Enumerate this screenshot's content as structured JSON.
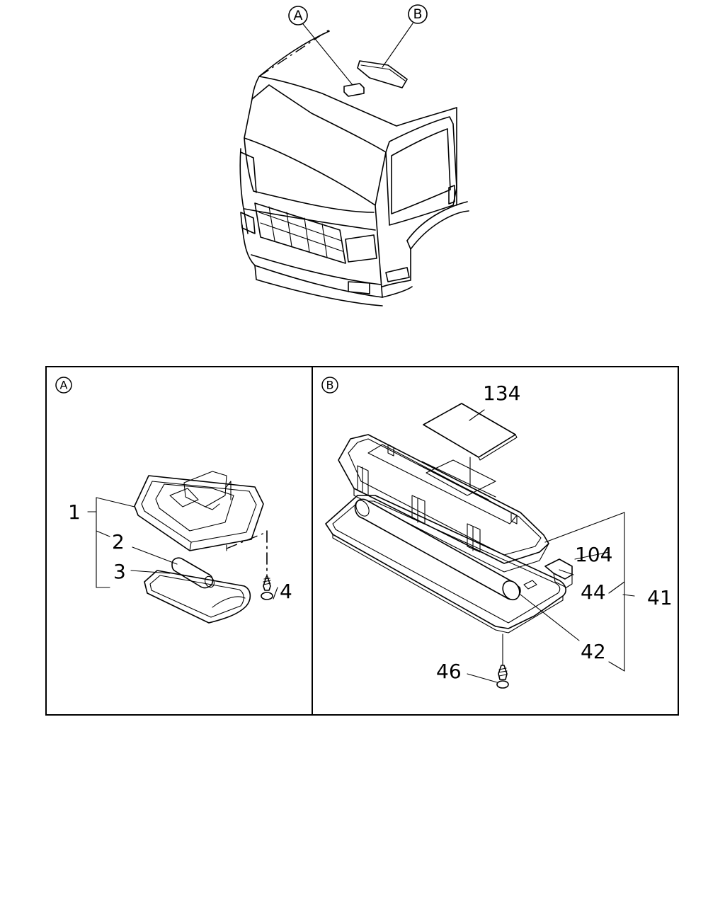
{
  "callouts": {
    "a": "A",
    "b": "B"
  },
  "panel_a": {
    "tag": "A",
    "labels": [
      "1",
      "2",
      "3",
      "4"
    ]
  },
  "panel_b": {
    "tag": "B",
    "labels": [
      "134",
      "104",
      "44",
      "41",
      "42",
      "46"
    ]
  }
}
